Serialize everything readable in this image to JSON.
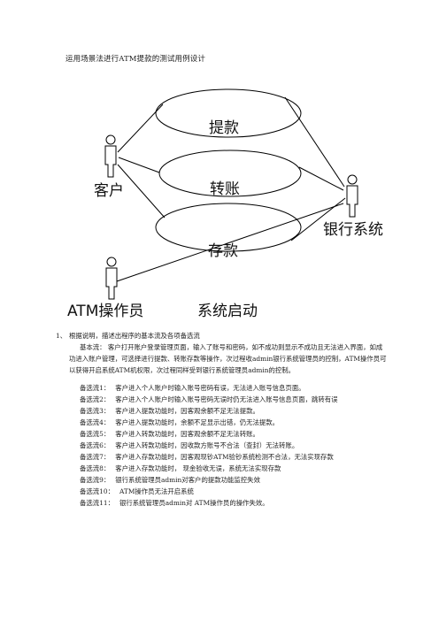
{
  "title": "运用场景法进行ATM提款的测试用例设计",
  "diagram": {
    "actors": {
      "customer": "客户",
      "bank": "银行系统",
      "operator": "ATM操作员"
    },
    "use_cases": {
      "withdraw": "提款",
      "transfer": "转账",
      "deposit": "存款",
      "startup": "系统启动"
    },
    "colors": {
      "line": "#000000",
      "text": "#111111"
    }
  },
  "section": {
    "number": "1、",
    "heading": "根据说明，描述出程序的基本流及各项备选流",
    "basic_flow": "基本流：  客户打开账户登录管理页面，输入了账号和密码，如不成功则显示不成功且无法进入界面，如成功进入账户管理，可选择进行提款、转账存款等操作，次过程收admin银行系统管理员的控制，ATM操作员可以获得开启系统ATM机权限，次过程同样受到银行系统管理员admin的控制。",
    "alternates": [
      {
        "label": "备选流1：",
        "text": "客户进入个人账户时输入账号密码有误，无法进入账号信息页面。"
      },
      {
        "label": "备选流2：",
        "text": "客户进入个人账户时输入账号密码无误时仍无法进入账号信息页面，跳转有误"
      },
      {
        "label": "备选流3：",
        "text": "客户进入提款功能时，因客观余额不足无法提款。"
      },
      {
        "label": "备选流4：",
        "text": "客户进入提款功能时，余额不足显示出错，仍无法提款。"
      },
      {
        "label": "备选流5：",
        "text": "客户进入转款功能时，因客观余额不足无法转账。"
      },
      {
        "label": "备选流6：",
        "text": "客户进入转款功能时，因收款方账号不合法（查封）无法转账。"
      },
      {
        "label": "备选流7：",
        "text": "客户进入存款功能时，因客观现钞ATM验钞系统检测不合法，无法实现存款"
      },
      {
        "label": "备选流8：",
        "text": "客户进入存款功能时，  现金验收无误，系统无法实现存款"
      },
      {
        "label": "备选流9：",
        "text": "银行系统管理员admin对客户的提款功能监控失效"
      },
      {
        "label": "备选流10：",
        "text": "ATM操作员无法开启系统"
      },
      {
        "label": "备选流11：",
        "text": "银行系统管理员admin对 ATM操作员的操作失效。"
      }
    ]
  }
}
